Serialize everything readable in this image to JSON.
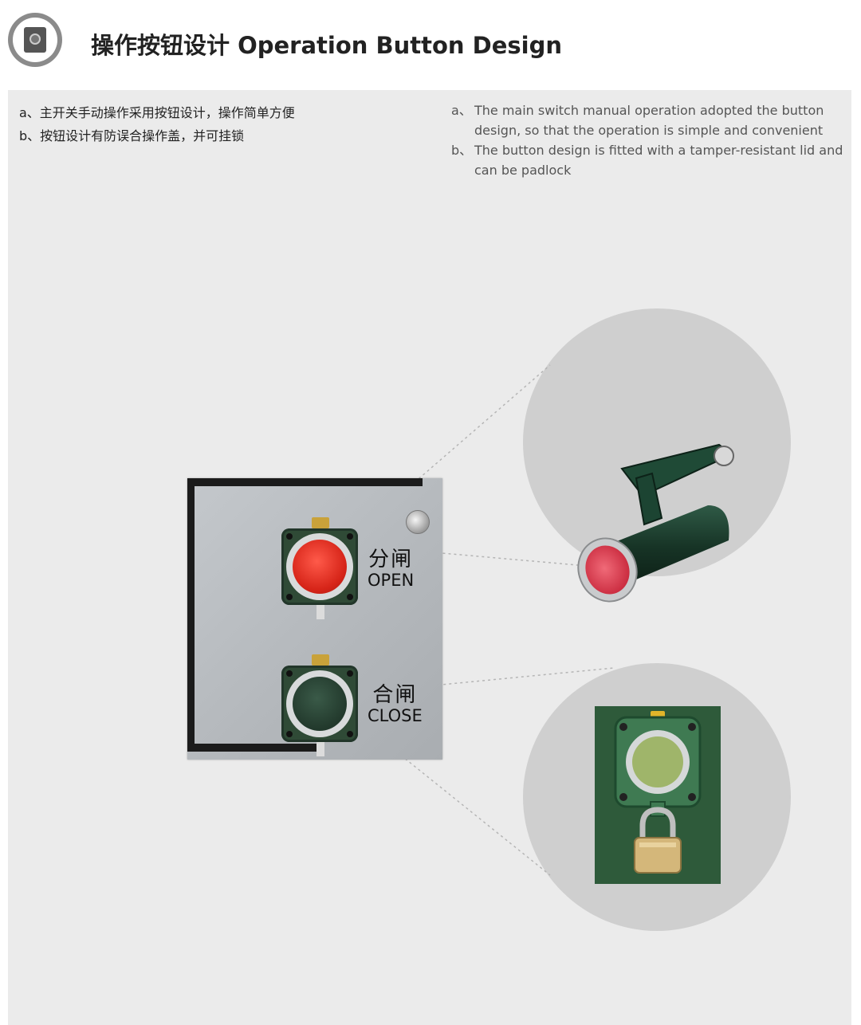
{
  "header": {
    "icon": "button-icon",
    "title": "操作按钮设计 Operation Button Design"
  },
  "notes_cn": [
    "a、主开关手动操作采用按钮设计，操作简单方便",
    "b、按钮设计有防误合操作盖，并可挂锁"
  ],
  "notes_en": [
    {
      "marker": "a、",
      "text": "The main switch manual operation adopted the button design, so that the operation is simple and convenient"
    },
    {
      "marker": "b、",
      "text": "The button design is fitted with a tamper-resistant lid and can be padlock"
    }
  ],
  "panel": {
    "open_cn": "分闸",
    "open_en": "OPEN",
    "close_cn": "合闸",
    "close_en": "CLOSE"
  },
  "colors": {
    "panel_bg": "#ebebeb",
    "open_button": "#d62418",
    "close_button": "#22392c",
    "housing": "#2f4a36",
    "lock_card": "#2e5a3a"
  }
}
